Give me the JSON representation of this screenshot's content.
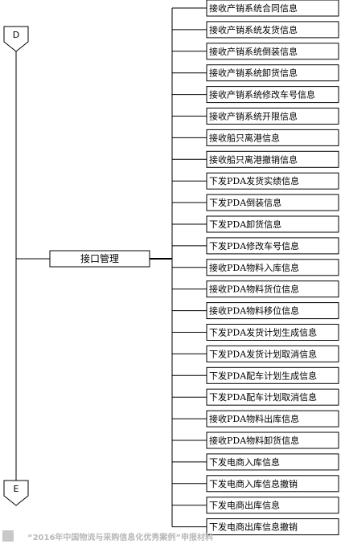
{
  "connectors": {
    "top": "D",
    "bottom": "E"
  },
  "root": {
    "label": "接口管理"
  },
  "children": [
    "接收产销系统合同信息",
    "接收产销系统发货信息",
    "接收产销系统倒装信息",
    "接收产销系统卸货信息",
    "接收产销系统修改车号信息",
    "接收产销系统开限信息",
    "接收船只离港信息",
    "接收船只离港撤销信息",
    "下发PDA发货实绩信息",
    "下发PDA倒装信息",
    "下发PDA卸货信息",
    "下发PDA修改车号信息",
    "接收PDA物料入库信息",
    "接收PDA物料货位信息",
    "接收PDA物料移位信息",
    "下发PDA发货计划生成信息",
    "下发PDA发货计划取消信息",
    "下发PDA配车计划生成信息",
    "下发PDA配车计划取消信息",
    "接收PDA物料出库信息",
    "接收PDA物料卸货信息",
    "下发电商入库信息",
    "下发电商入库信息撤销",
    "下发电商出库信息",
    "下发电商出库信息撤销"
  ],
  "footer": {
    "text": "“2016年中国物流与采购信息化优秀案例”申报材料"
  }
}
